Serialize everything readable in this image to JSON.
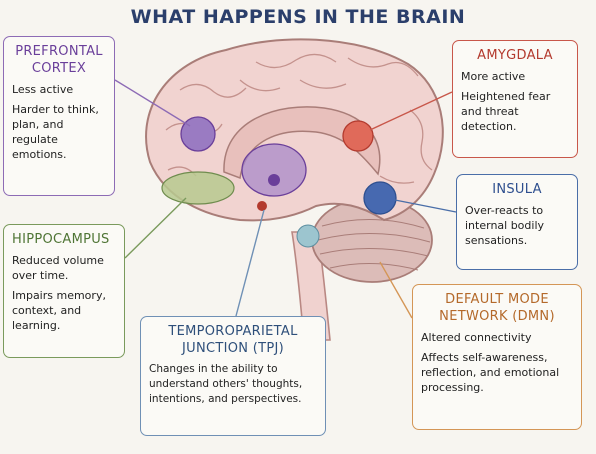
{
  "title": "WHAT HAPPENS IN THE BRAIN",
  "regions": {
    "prefrontal_cortex": {
      "heading_line1": "PREFRONTAL",
      "heading_line2": "CORTEX",
      "text1": "Less active",
      "text2": "Harder to think, plan, and regulate emotions.",
      "color": "#8d6bb5"
    },
    "amygdala": {
      "heading": "AMYGDALA",
      "text1": "More active",
      "text2": "Heightened fear and threat detection.",
      "color": "#c8574a"
    },
    "insula": {
      "heading": "INSULA",
      "text1": "Over-reacts to internal bodily sensations.",
      "color": "#4a6ea8"
    },
    "hippocampus": {
      "heading": "HIPPOCAMPUS",
      "text1": "Reduced volume over time.",
      "text2": "Impairs memory, context, and learning.",
      "color": "#7a9a5c"
    },
    "default_mode_network": {
      "heading_line1": "DEFAULT MODE",
      "heading_line2": "NETWORK (DMN)",
      "text1": "Altered connectivity",
      "text2": "Affects self-awareness, reflection, and emotional processing.",
      "color": "#d49656"
    },
    "temporoparietal_junction": {
      "heading_line1": "TEMPOROPARIETAL",
      "heading_line2": "JUNCTION (TPJ)",
      "text1": "Changes in the ability to understand others' thoughts, intentions, and perspectives.",
      "color": "#6f90b5"
    }
  }
}
